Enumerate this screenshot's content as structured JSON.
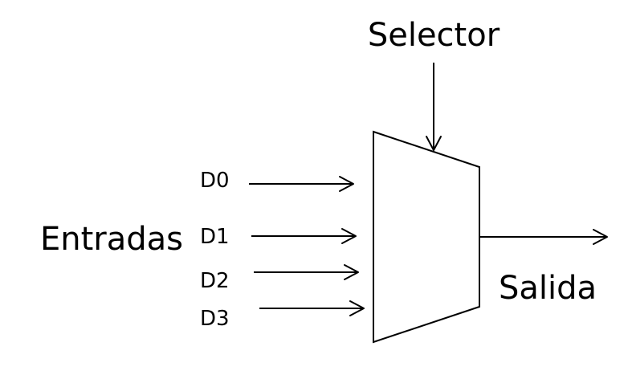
{
  "diagram": {
    "selector_label": "Selector",
    "inputs_label": "Entradas",
    "output_label": "Salida",
    "inputs": [
      {
        "label": "D0"
      },
      {
        "label": "D1"
      },
      {
        "label": "D2"
      },
      {
        "label": "D3"
      }
    ],
    "colors": {
      "stroke": "#000000",
      "background": "#ffffff"
    }
  }
}
